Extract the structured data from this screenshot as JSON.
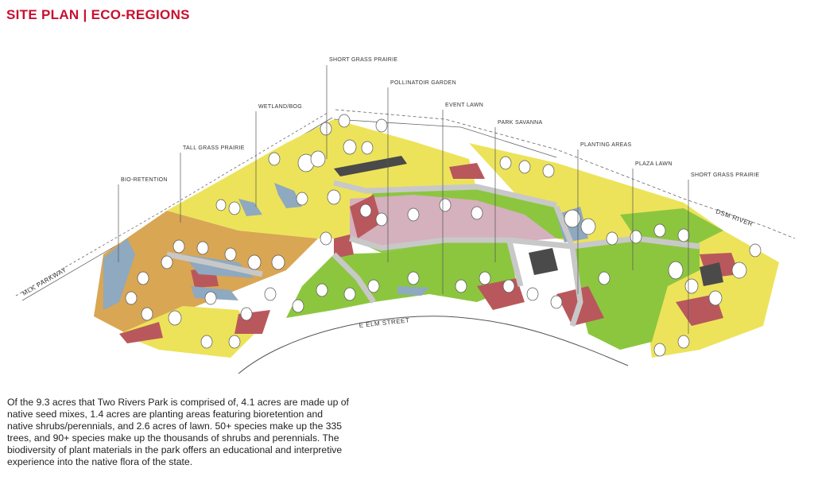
{
  "header": {
    "title": "SITE PLAN | ECO-REGIONS"
  },
  "callouts": [
    "SHORT GRASS PRAIRIE",
    "POLLINATOIR GARDEN",
    "EVENT LAWN",
    "WETLAND/BOG",
    "PARK SAVANNA",
    "PLANTING AREAS",
    "TALL GRASS PRAIRIE",
    "PLAZA LAWN",
    "SHORT GRASS PRAIRIE",
    "BIO-RETENTION"
  ],
  "streets": {
    "mlk": "MLK PARKWAY",
    "river": "DSM RIVER",
    "elm": "E ELM STREET"
  },
  "description": "Of the 9.3 acres that Two Rivers Park is comprised of, 4.1 acres are made up of native seed mixes, 1.4 acres are planting areas featuring bioretention and native shrubs/perennials, and 2.6 acres of lawn. 50+ species make up the 335 trees, and 90+ species make up the thousands of shrubs and perennials. The biodiversity of plant materials in the park offers an educational and interpretive experience into the native flora of the state.",
  "colors": {
    "title": "#c8102e",
    "prairie_yellow": "#ece35a",
    "tallgrass_orange": "#d9a654",
    "lawn_green": "#8cc63f",
    "plaza_pink": "#d5b0bd",
    "planting_red": "#b9585c",
    "water_blue": "#8ea9c0",
    "path_grey": "#c8c8c8",
    "building_dark": "#4a4a4a"
  }
}
